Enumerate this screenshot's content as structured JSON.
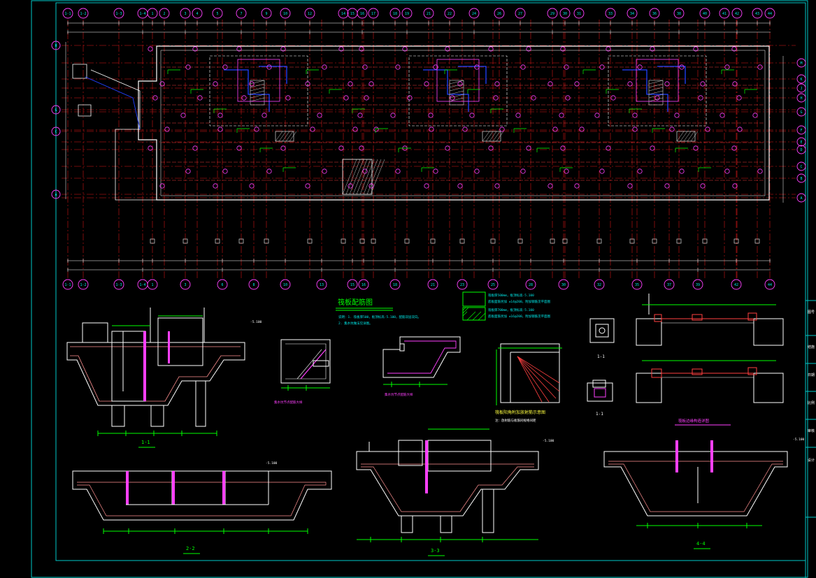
{
  "palette": {
    "background": "#000000",
    "frame": "#00c8c8",
    "axis": "#e01818",
    "wall": "#ff4040",
    "structure": "#ffffff",
    "dims": "#00ff00",
    "magenta": "#ff40ff",
    "blue": "#2040ff",
    "yellow": "#ffff40",
    "cyan_text": "#00e8e8"
  },
  "plan": {
    "top_grid_labels": [
      "1-1",
      "1-2",
      "1-3",
      "1-4",
      "1",
      "2",
      "3",
      "4",
      "5",
      "7",
      "9",
      "10",
      "12",
      "14",
      "15",
      "16",
      "17",
      "18",
      "19",
      "21",
      "22",
      "24",
      "26",
      "27",
      "29",
      "30",
      "31",
      "33",
      "34",
      "36",
      "38",
      "40",
      "41",
      "42",
      "43",
      "44"
    ],
    "bottom_grid_labels": [
      "1-1",
      "1-2",
      "1-3",
      "1-4",
      "1",
      "3",
      "6",
      "8",
      "10",
      "13",
      "15",
      "16",
      "18",
      "21",
      "23",
      "25",
      "28",
      "30",
      "32",
      "35",
      "37",
      "39",
      "42",
      "44"
    ],
    "left_row_labels": [
      "H",
      "G",
      "C",
      "A"
    ],
    "right_row_labels": [
      "M",
      "K",
      "J",
      "H",
      "G",
      "F",
      "E",
      "D",
      "C",
      "B",
      "A"
    ]
  },
  "notes": {
    "title": "筏板配筋图",
    "lines": [
      "说明：1. 筏板厚500，板顶标高-5.100，配筋双层双向。",
      "2. 集水坑做法见详图。"
    ]
  },
  "legend": {
    "row1": "筏板厚500mm，板顶标高-5.100",
    "row2": "底板面筋另加 ±14@200，附加钢筋见平面图",
    "row3": "筏板厚700mm，板顶标高-5.100",
    "row4": "底板面筋另加 ±16@200，附加钢筋见平面图"
  },
  "details": {
    "sec_1_1": "1-1",
    "sec_2_2": "2-2",
    "sec_3_3": "3-3",
    "sec_4_4": "4-4",
    "pit_a": "集水坑节点配筋大样",
    "pit_b": "集水坑节点配筋大样",
    "corner_title": "筏板阳角附加放射筋示意图",
    "corner_note": "注：放射筋与板筋同规格间距",
    "col_a": "1-1",
    "col_b": "1-1",
    "edge_title": "筏板边缘构造详图",
    "elev_a": "-5.100",
    "elev_b": "-5.100",
    "elev_c": "-5.100",
    "elev_d": "-5.100"
  },
  "title_block": {
    "items": [
      "图号",
      "结施",
      "日期",
      "比例",
      "审核",
      "设计"
    ]
  }
}
